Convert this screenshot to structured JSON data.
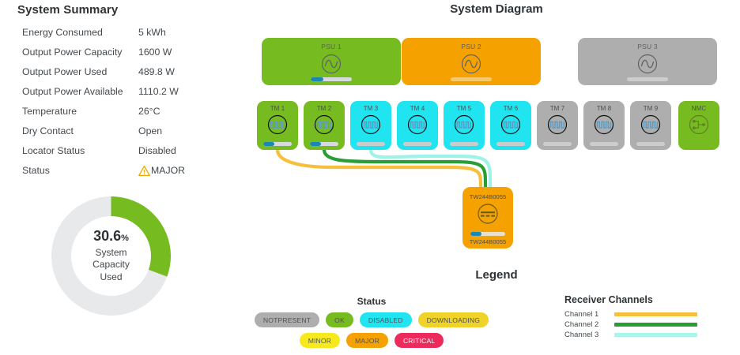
{
  "summary": {
    "title": "System Summary",
    "rows": [
      {
        "label": "Energy Consumed",
        "value": "5 kWh"
      },
      {
        "label": "Output Power Capacity",
        "value": "1600 W"
      },
      {
        "label": "Output Power Used",
        "value": "489.8 W"
      },
      {
        "label": "Output Power Available",
        "value": "1110.2 W"
      },
      {
        "label": "Temperature",
        "value": "26°C"
      },
      {
        "label": "Dry Contact",
        "value": "Open"
      },
      {
        "label": "Locator Status",
        "value": "Disabled"
      }
    ],
    "status_row": {
      "label": "Status",
      "value": "MAJOR",
      "icon": "warning-triangle-icon",
      "icon_color": "#f0a500"
    }
  },
  "gauge": {
    "percent": "30.6",
    "percent_symbol": "%",
    "label_line1": "System",
    "label_line2": "Capacity",
    "label_line3": "Used",
    "value": 30.6,
    "track_color": "#e8e9ea",
    "fill_color": "#76bc21"
  },
  "diagram": {
    "title": "System Diagram",
    "psus": [
      {
        "label": "PSU 1",
        "color": "#76bc21",
        "bar_track": "#d7dadc",
        "bar_fill": "#1b87b5",
        "bar_pct": 30
      },
      {
        "label": "PSU 2",
        "color": "#f5a200",
        "bar_track": "#f7c96a",
        "bar_fill": "#f7c96a",
        "bar_pct": 0
      },
      {
        "label": "PSU 3",
        "color": "#aeaeae",
        "bar_track": "#cdcdcd",
        "bar_fill": "#cdcdcd",
        "bar_pct": 0
      }
    ],
    "modules": [
      {
        "label": "TM 1",
        "color": "#76bc21",
        "bar_track": "#d7dadc",
        "bar_fill": "#1b87b5",
        "bar_pct": 38,
        "icon": "waveform-icon"
      },
      {
        "label": "TM 2",
        "color": "#76bc21",
        "bar_track": "#d7dadc",
        "bar_fill": "#1b87b5",
        "bar_pct": 38,
        "icon": "waveform-icon"
      },
      {
        "label": "TM 3",
        "color": "#20e5f0",
        "bar_track": "#c8ccce",
        "bar_fill": "#c8ccce",
        "bar_pct": 0,
        "icon": "waveform-icon"
      },
      {
        "label": "TM 4",
        "color": "#20e5f0",
        "bar_track": "#c8ccce",
        "bar_fill": "#c8ccce",
        "bar_pct": 0,
        "icon": "waveform-icon"
      },
      {
        "label": "TM 5",
        "color": "#20e5f0",
        "bar_track": "#c8ccce",
        "bar_fill": "#c8ccce",
        "bar_pct": 0,
        "icon": "waveform-icon"
      },
      {
        "label": "TM 6",
        "color": "#20e5f0",
        "bar_track": "#c8ccce",
        "bar_fill": "#c8ccce",
        "bar_pct": 0,
        "icon": "waveform-icon"
      },
      {
        "label": "TM 7",
        "color": "#aeaeae",
        "bar_track": "#cdcdcd",
        "bar_fill": "#cdcdcd",
        "bar_pct": 0,
        "icon": "waveform-icon"
      },
      {
        "label": "TM 8",
        "color": "#aeaeae",
        "bar_track": "#cdcdcd",
        "bar_fill": "#cdcdcd",
        "bar_pct": 0,
        "icon": "waveform-icon"
      },
      {
        "label": "TM 9",
        "color": "#aeaeae",
        "bar_track": "#cdcdcd",
        "bar_fill": "#cdcdcd",
        "bar_pct": 0,
        "icon": "waveform-icon"
      },
      {
        "label": "NMC",
        "color": "#76bc21",
        "bar_track": "",
        "bar_fill": "",
        "bar_pct": 0,
        "icon": "network-node-icon"
      }
    ],
    "receiver": {
      "top_label": "TW244B0055",
      "bottom_label": "TW244B0055",
      "color": "#f5a200",
      "bar_track": "#e9e0c9",
      "bar_fill": "#1b87b5",
      "bar_pct": 32,
      "icon": "receiver-icon"
    },
    "links": [
      {
        "from": "TM 1",
        "channel": "Channel 1",
        "color": "#f6bf3c"
      },
      {
        "from": "TM 2",
        "channel": "Channel 2",
        "color": "#2a9d36"
      },
      {
        "from": "TM 3",
        "channel": "Channel 3",
        "color": "#9ff2e8"
      }
    ]
  },
  "legend": {
    "title": "Legend",
    "status": {
      "title": "Status",
      "row1": [
        {
          "label": "NOTPRESENT",
          "bg": "#aeaeae",
          "fg": "#4f5255"
        },
        {
          "label": "OK",
          "bg": "#76bc21",
          "fg": "#4f5255"
        },
        {
          "label": "DISABLED",
          "bg": "#20e5f0",
          "fg": "#4f5255"
        },
        {
          "label": "DOWNLOADING",
          "bg": "#f0d328",
          "fg": "#4f5255"
        }
      ],
      "row2": [
        {
          "label": "MINOR",
          "bg": "#f6ea1e",
          "fg": "#4f5255"
        },
        {
          "label": "MAJOR",
          "bg": "#f5a200",
          "fg": "#4f5255"
        },
        {
          "label": "CRITICAL",
          "bg": "#ec2b5c",
          "fg": "#ffffff"
        }
      ]
    },
    "channels": {
      "title": "Receiver Channels",
      "items": [
        {
          "name": "Channel 1",
          "color": "#f6bf3c"
        },
        {
          "name": "Channel 2",
          "color": "#2a9d36"
        },
        {
          "name": "Channel 3",
          "color": "#a9f5ec"
        }
      ]
    }
  }
}
